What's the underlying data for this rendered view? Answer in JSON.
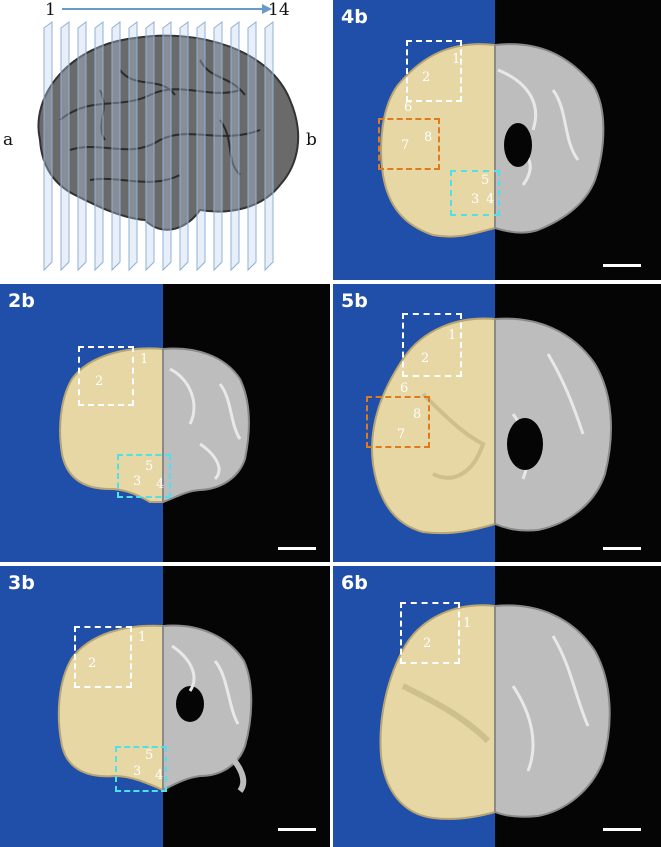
{
  "overview": {
    "axis_start": "1",
    "axis_end": "14",
    "side_a": "a",
    "side_b": "b",
    "slice_count": 14
  },
  "panels": [
    {
      "label": "4b",
      "markers": [
        "1",
        "2",
        "6",
        "7",
        "8",
        "5",
        "3",
        "4"
      ]
    },
    {
      "label": "2b",
      "markers": [
        "1",
        "2",
        "5",
        "3",
        "4"
      ]
    },
    {
      "label": "5b",
      "markers": [
        "1",
        "2",
        "6",
        "8",
        "7"
      ]
    },
    {
      "label": "3b",
      "markers": [
        "1",
        "2",
        "5",
        "3",
        "4"
      ]
    },
    {
      "label": "6b",
      "markers": [
        "1",
        "2"
      ]
    }
  ],
  "colors": {
    "blue_background": "#1f4fa8",
    "mri_background": "#050505",
    "box_white": "#ffffff",
    "box_orange": "#e07a1f",
    "box_cyan": "#4fe0ea",
    "tissue": "#e6d7a4",
    "mri_tissue": "#bdbdbd"
  }
}
